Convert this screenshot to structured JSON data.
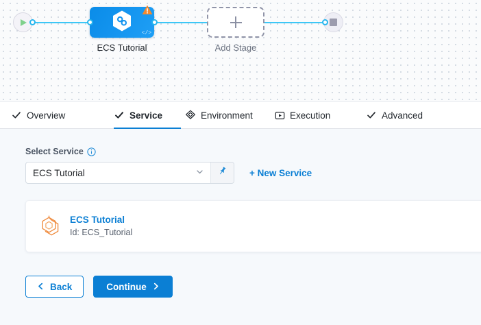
{
  "pipeline": {
    "start_node": {
      "icon": "play-icon",
      "label": ""
    },
    "stage": {
      "label": "ECS Tutorial",
      "icon": "harness-hexagon-icon",
      "warning_icon": "warning-triangle-icon",
      "code_icon": "code-brackets-icon",
      "accent_color": "#1394ef"
    },
    "add_stage": {
      "label": "Add Stage",
      "icon": "plus-icon"
    },
    "end_node": {
      "icon": "stop-square-icon"
    },
    "connector_color": "#3dc7f6"
  },
  "tabs": [
    {
      "label": "Overview",
      "icon": "check-icon",
      "active": false
    },
    {
      "label": "Service",
      "icon": "check-icon",
      "active": true
    },
    {
      "label": "Environment",
      "icon": "layers-diamond-icon",
      "active": false
    },
    {
      "label": "Execution",
      "icon": "play-box-icon",
      "active": false
    },
    {
      "label": "Advanced",
      "icon": "check-icon",
      "active": false
    }
  ],
  "service_section": {
    "field_label": "Select Service",
    "info_icon": "info-icon",
    "select_value": "ECS Tutorial",
    "chevron_icon": "chevron-down-icon",
    "pin_icon": "pin-icon",
    "new_service_label": "+ New Service",
    "card": {
      "icon": "cube-hexagon-icon",
      "name": "ECS Tutorial",
      "id": "Id: ECS_Tutorial"
    }
  },
  "footer": {
    "back_label": "Back",
    "back_icon": "chevron-left-icon",
    "continue_label": "Continue",
    "continue_icon": "chevron-right-icon"
  },
  "colors": {
    "primary": "#0b7fd4",
    "connector": "#3dc7f6",
    "warning": "#f4892d",
    "service_icon": "#ef8a3c",
    "panel_bg": "#f6f9fc"
  }
}
